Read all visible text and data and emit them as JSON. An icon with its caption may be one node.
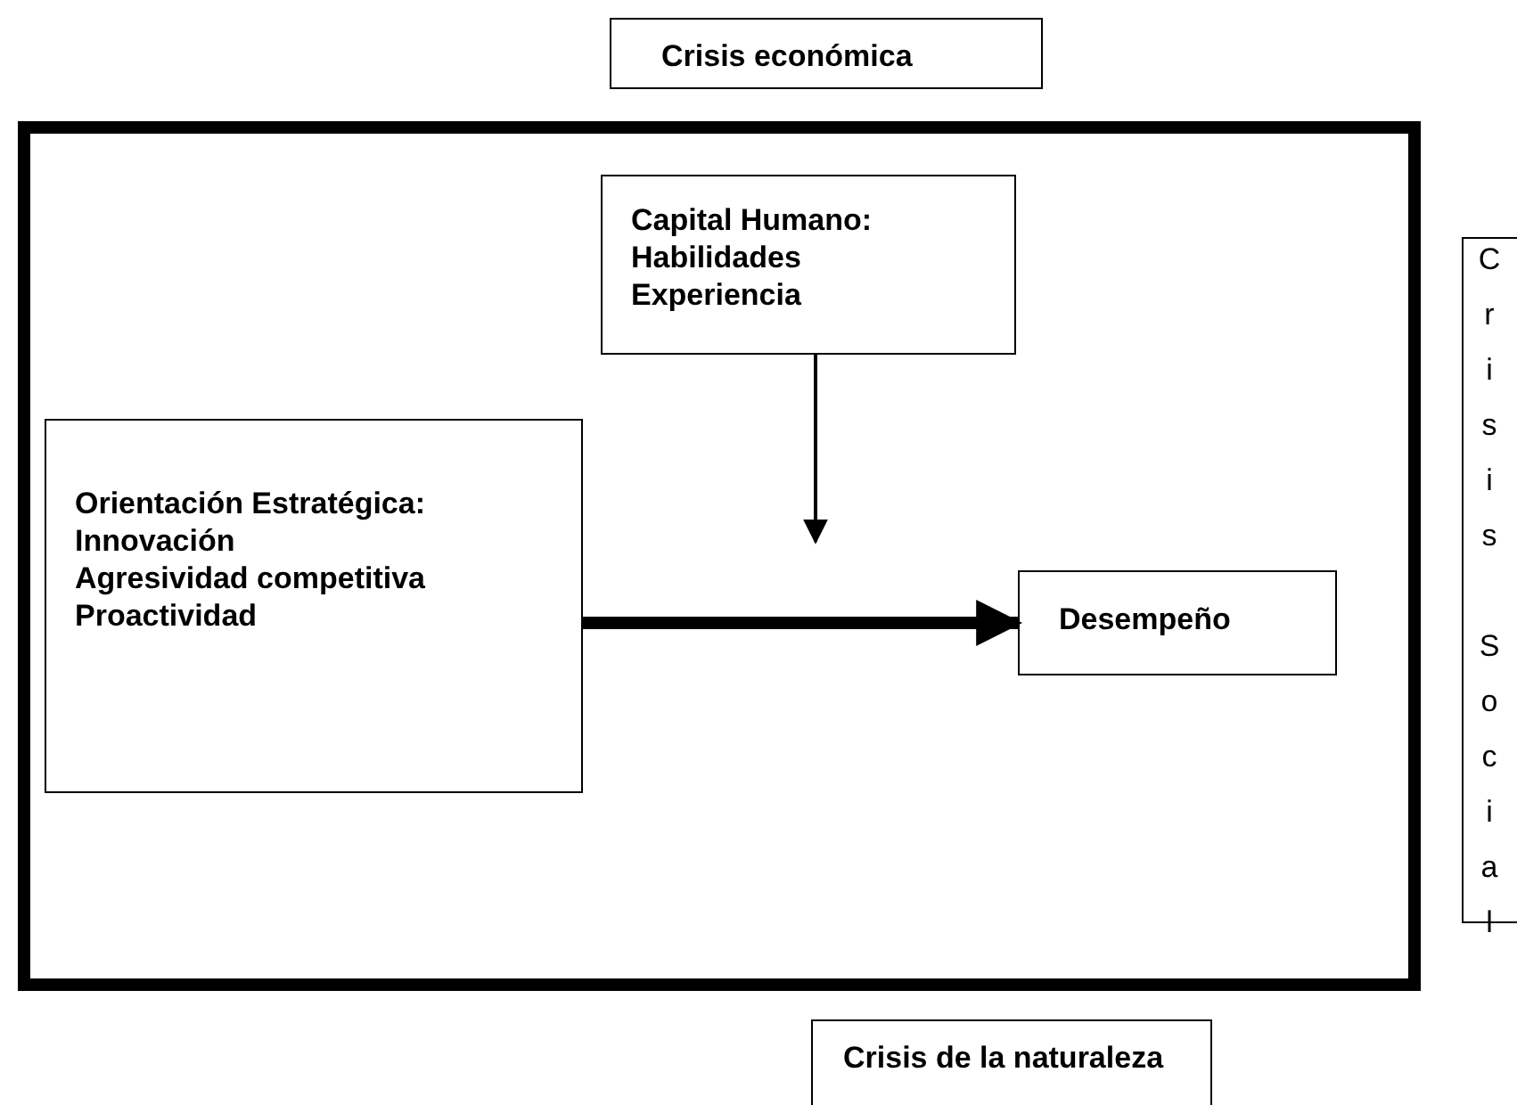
{
  "diagram": {
    "nodes": [
      {
        "text": [
          "Crisis económica"
        ]
      },
      {
        "text": [],
        "shape": "box"
      },
      {
        "text": [
          "Capital Humano:",
          "Habilidades",
          "Experiencia"
        ],
        "in": 1
      },
      {
        "text": [
          "Orientación Estratégica:",
          "Innovación",
          "Agresividad competitiva",
          "Proactividad"
        ],
        "in": 1
      },
      {
        "text": [
          "Desempeño"
        ],
        "in": 1
      },
      {
        "text": [
          "Crisis Social"
        ]
      },
      {
        "text": [
          "Crisis de la naturaleza"
        ]
      }
    ],
    "edges": [
      {
        "from": 3,
        "to": 4,
        "arrow": "to",
        "style": "thick"
      },
      {
        "from": 2,
        "to": null,
        "arrow": "to"
      }
    ]
  }
}
